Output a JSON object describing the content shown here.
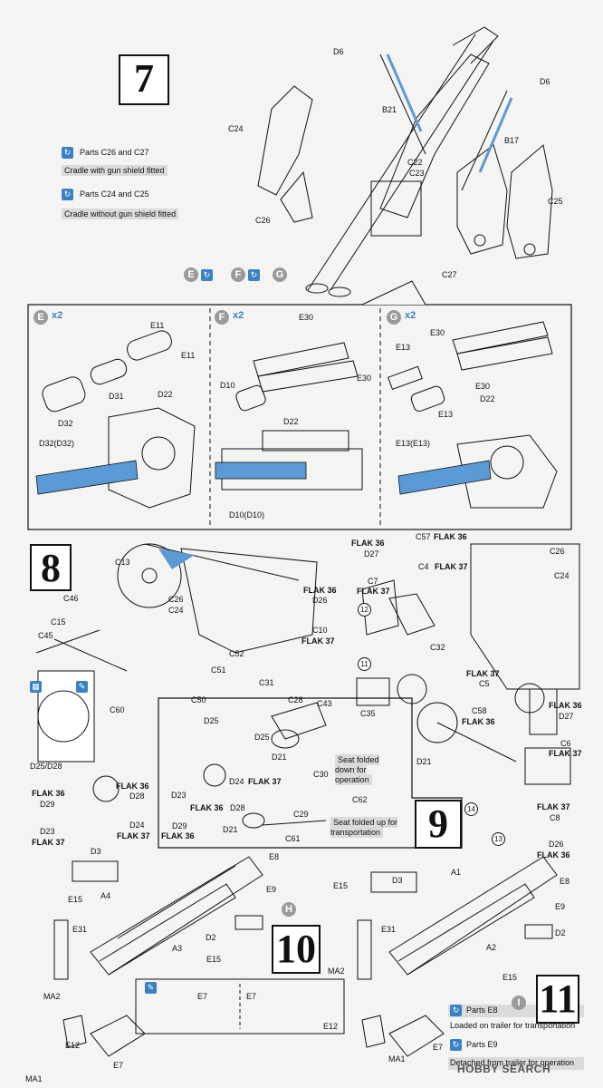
{
  "step7": {
    "number": "7",
    "notes": [
      {
        "parts": "Parts C26 and C27",
        "caption": "Cradle with gun shield fitted"
      },
      {
        "parts": "Parts C24 and C25",
        "caption": "Cradle without gun shield fitted"
      }
    ],
    "labels": [
      "D6",
      "D6",
      "B21",
      "B17",
      "C24",
      "C22",
      "C23",
      "C25",
      "C26",
      "C27"
    ],
    "options": [
      "E",
      "F",
      "G"
    ],
    "sub_e": {
      "letter": "E",
      "mult": "x2",
      "labels": [
        "E11",
        "E11",
        "D31",
        "D22",
        "D32",
        "D32(D32)"
      ]
    },
    "sub_f": {
      "letter": "F",
      "mult": "x2",
      "labels": [
        "E30",
        "E30",
        "D10",
        "D22",
        "D10(D10)"
      ]
    },
    "sub_g": {
      "letter": "G",
      "mult": "x2",
      "labels": [
        "E30",
        "E13",
        "E30",
        "D22",
        "E13",
        "E13(E13)"
      ]
    }
  },
  "step8": {
    "number": "8",
    "labels": [
      "C13",
      "C46",
      "C15",
      "C45",
      "C26",
      "C24",
      "C52",
      "C51",
      "C31",
      "C50",
      "C60",
      "D25",
      "D25/D28"
    ],
    "bottom_labels": [
      {
        "a": "FLAK 36",
        "b": "D29"
      },
      {
        "a": "D23",
        "b": "FLAK 37"
      },
      {
        "a": "FLAK 36",
        "b": "D28"
      },
      {
        "a": "D24",
        "b": "FLAK 37"
      },
      {
        "a": "FLAK 36",
        "b": "D26"
      },
      {
        "a": "C10",
        "b": "FLAK 37"
      }
    ]
  },
  "step9": {
    "number": "9",
    "labels": [
      "C28",
      "C43",
      "D25",
      "D21",
      "C30",
      "C62",
      "D24",
      "FLAK 37",
      "D23",
      "FLAK 36",
      "D28",
      "D29",
      "FLAK 36",
      "C29",
      "D21",
      "C61"
    ],
    "notes": [
      "Seat folded down for operation",
      "Seat folded up for transportation"
    ],
    "right_labels": [
      "FLAK 36",
      "D27",
      "C7",
      "FLAK 37",
      "C57",
      "FLAK 36",
      "C4",
      "FLAK 37",
      "C26",
      "C24",
      "C32",
      "C35",
      "D21",
      "FLAK 37",
      "C5",
      "C58",
      "FLAK 36",
      "FLAK 36",
      "D27",
      "C6",
      "FLAK 37",
      "FLAK 37",
      "C8",
      "D26",
      "FLAK 36"
    ],
    "circled": [
      "12",
      "11",
      "14",
      "13"
    ]
  },
  "step10": {
    "number": "10",
    "option": "H",
    "labels": [
      "D3",
      "A4",
      "E15",
      "E31",
      "MA2",
      "A3",
      "D2",
      "E15",
      "E8",
      "E9",
      "E7",
      "E12",
      "MA1",
      "E7",
      "E7"
    ]
  },
  "step11": {
    "number": "11",
    "option": "I",
    "labels": [
      "E15",
      "D3",
      "A1",
      "E8",
      "E9",
      "E31",
      "D2",
      "A2",
      "MA2",
      "E12",
      "E15",
      "E7",
      "MA1"
    ],
    "notes": [
      {
        "parts": "Parts E8",
        "caption": "Loaded on trailer for transportation"
      },
      {
        "parts": "Parts E9",
        "caption": "Detached from trailer for operation"
      }
    ]
  },
  "watermark": "HOBBY SEARCH",
  "colors": {
    "accent": "#3b82c4",
    "part_fill": "#5b9bd5",
    "ink": "#111111",
    "panel_bg": "#f4f4f2"
  }
}
